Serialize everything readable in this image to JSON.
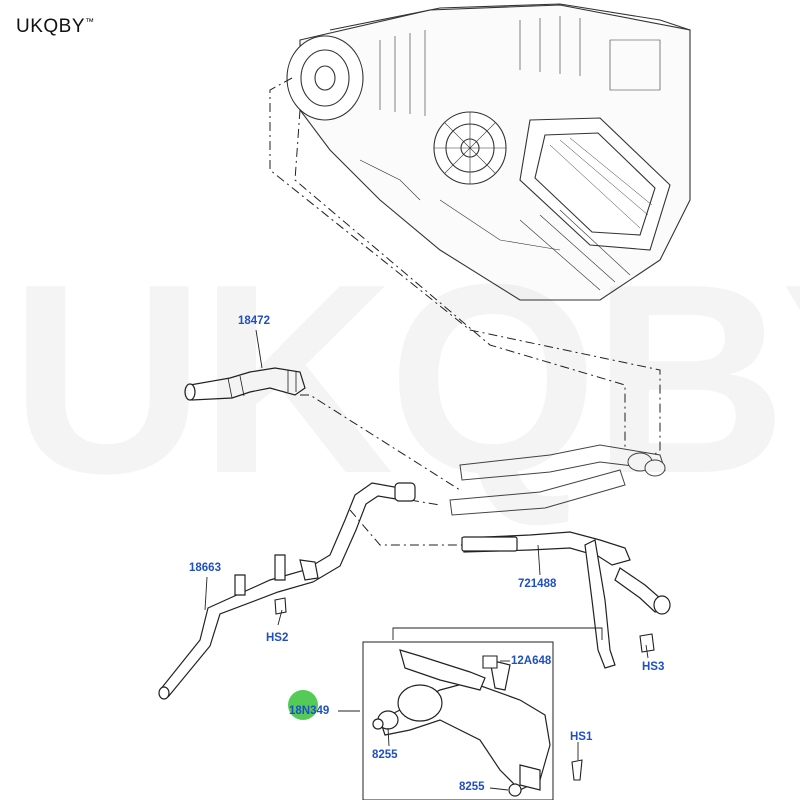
{
  "brand": {
    "name": "UKQBY",
    "tm": "™"
  },
  "watermark": "UKQBY™",
  "parts": {
    "p18472": "18472",
    "p18663": "18663",
    "hs2": "HS2",
    "p721488": "721488",
    "hs3": "HS3",
    "p12a648": "12A648",
    "p18n349": "18N349",
    "p8255a": "8255",
    "hs1": "HS1",
    "p8255b": "8255"
  },
  "colors": {
    "label": "#1f4fc4",
    "line": "#222222",
    "marker": "#36c23a"
  }
}
